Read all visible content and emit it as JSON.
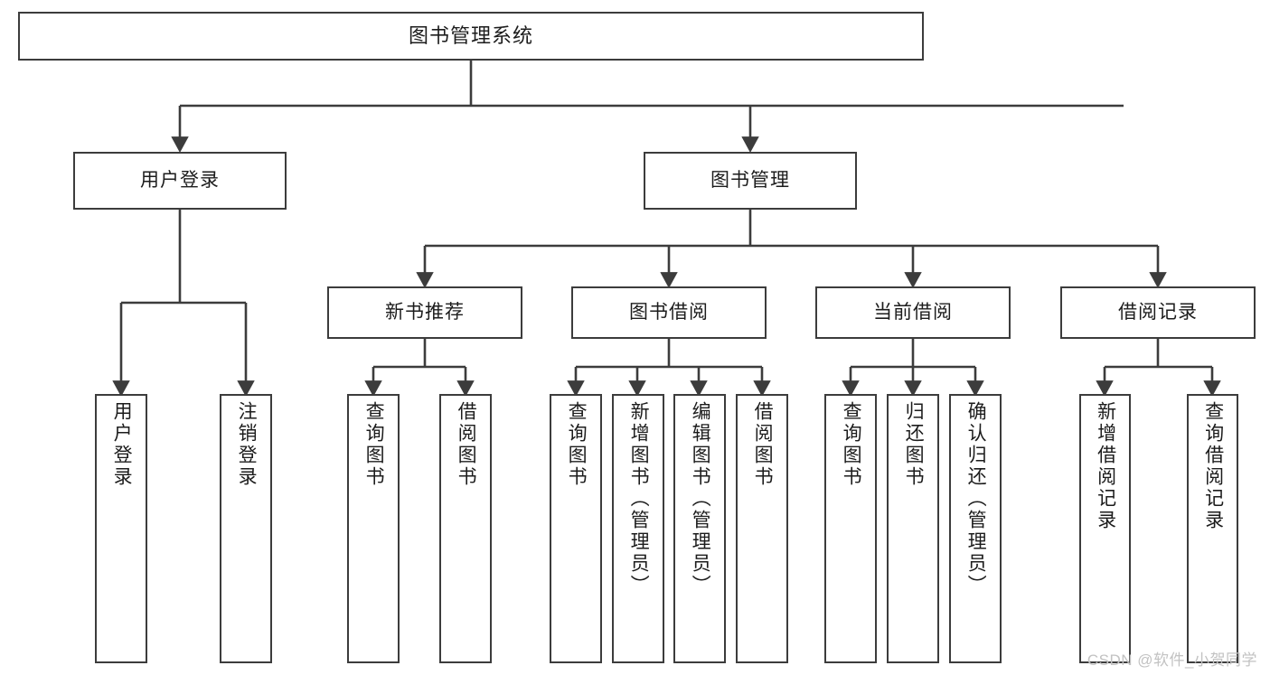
{
  "diagram": {
    "title": "图书管理系统",
    "type": "tree",
    "watermark": "CSDN @软件_小贺同学",
    "colors": {
      "background": "#ffffff",
      "border": "#3c3c3c",
      "text": "#1c1c1c",
      "edge": "#3c3c3c",
      "watermark": "#c2c2c2"
    },
    "levels": {
      "root": {
        "label": "图书管理系统"
      },
      "level1": [
        {
          "label": "用户登录"
        },
        {
          "label": "图书管理"
        }
      ],
      "level2": [
        {
          "label": "新书推荐"
        },
        {
          "label": "图书借阅"
        },
        {
          "label": "当前借阅"
        },
        {
          "label": "借阅记录"
        }
      ],
      "leaves": {
        "user_login": [
          {
            "label": "用户登录"
          },
          {
            "label": "注销登录"
          }
        ],
        "new_book_recommend": [
          {
            "label": "查询图书"
          },
          {
            "label": "借阅图书"
          }
        ],
        "book_borrow": [
          {
            "label": "查询图书"
          },
          {
            "label": "新增图书（管理员）"
          },
          {
            "label": "编辑图书（管理员）"
          },
          {
            "label": "借阅图书"
          }
        ],
        "current_borrow": [
          {
            "label": "查询图书"
          },
          {
            "label": "归还图书"
          },
          {
            "label": "确认归还（管理员）"
          }
        ],
        "borrow_record": [
          {
            "label": "新增借阅记录"
          },
          {
            "label": "查询借阅记录"
          }
        ]
      }
    }
  }
}
